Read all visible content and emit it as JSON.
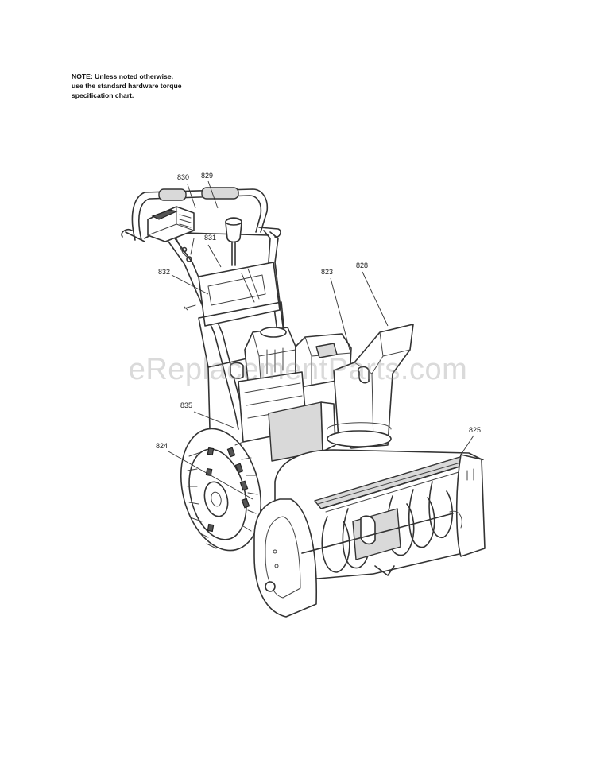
{
  "note": {
    "line1": "NOTE: Unless noted otherwise,",
    "line2": "use the standard hardware torque",
    "line3": "specification chart."
  },
  "callouts": {
    "c830": "830",
    "c829": "829",
    "c831": "831",
    "c832": "832",
    "c823": "823",
    "c828": "828",
    "c835": "835",
    "c825": "825",
    "c824": "824"
  },
  "watermark": "eReplacementParts.com",
  "colors": {
    "line": "#333333",
    "watermark": "#969696",
    "background": "#ffffff"
  }
}
